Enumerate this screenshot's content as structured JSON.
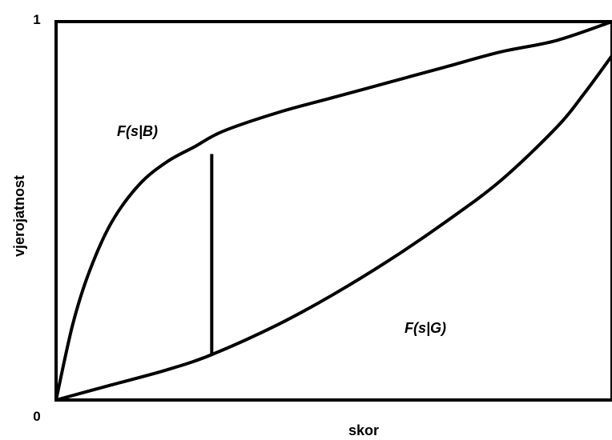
{
  "chart_data": {
    "type": "line",
    "xlabel": "skor",
    "ylabel": "vjerojatnost",
    "xlim": [
      0,
      1
    ],
    "ylim": [
      0,
      1
    ],
    "yticks": [
      {
        "value": 0,
        "label": "0"
      },
      {
        "value": 1,
        "label": "1"
      }
    ],
    "grid": false,
    "series": [
      {
        "name": "F(s|B)",
        "color": "#000000",
        "x": [
          0,
          0.03,
          0.06,
          0.1,
          0.15,
          0.2,
          0.25,
          0.3,
          0.4,
          0.5,
          0.6,
          0.7,
          0.8,
          0.9,
          1.0
        ],
        "y": [
          0,
          0.2,
          0.34,
          0.47,
          0.57,
          0.63,
          0.67,
          0.71,
          0.76,
          0.8,
          0.84,
          0.88,
          0.92,
          0.95,
          1.0
        ]
      },
      {
        "name": "F(s|G)",
        "color": "#000000",
        "x": [
          0,
          0.1,
          0.2,
          0.28,
          0.4,
          0.5,
          0.6,
          0.7,
          0.8,
          0.9,
          0.95,
          1.0
        ],
        "y": [
          0,
          0.04,
          0.08,
          0.12,
          0.2,
          0.28,
          0.37,
          0.47,
          0.58,
          0.72,
          0.81,
          0.91
        ]
      }
    ],
    "annotations": [
      {
        "type": "vertical-line",
        "x": 0.28,
        "y_from": 0.12,
        "y_to": 0.65
      }
    ]
  }
}
